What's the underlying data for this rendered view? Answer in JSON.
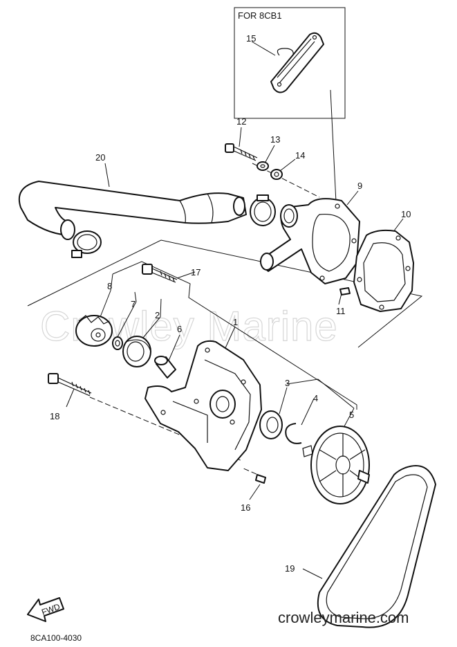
{
  "inset_box": {
    "label": "FOR 8CB1"
  },
  "callouts": [
    {
      "id": "c15",
      "text": "15"
    },
    {
      "id": "c12",
      "text": "12"
    },
    {
      "id": "c13",
      "text": "13"
    },
    {
      "id": "c14",
      "text": "14"
    },
    {
      "id": "c20",
      "text": "20"
    },
    {
      "id": "c9",
      "text": "9"
    },
    {
      "id": "c10",
      "text": "10"
    },
    {
      "id": "c17",
      "text": "17"
    },
    {
      "id": "c8",
      "text": "8"
    },
    {
      "id": "c7",
      "text": "7"
    },
    {
      "id": "c2",
      "text": "2"
    },
    {
      "id": "c6",
      "text": "6"
    },
    {
      "id": "c1",
      "text": "1"
    },
    {
      "id": "c11",
      "text": "11"
    },
    {
      "id": "c18",
      "text": "18"
    },
    {
      "id": "c3",
      "text": "3"
    },
    {
      "id": "c4",
      "text": "4"
    },
    {
      "id": "c5",
      "text": "5"
    },
    {
      "id": "c16",
      "text": "16"
    },
    {
      "id": "c19",
      "text": "19"
    }
  ],
  "watermark": "Crowley Marine",
  "site_text": "crowleymarine.com",
  "diagram_code": "8CA100-4030",
  "fwd_label": "FWD"
}
